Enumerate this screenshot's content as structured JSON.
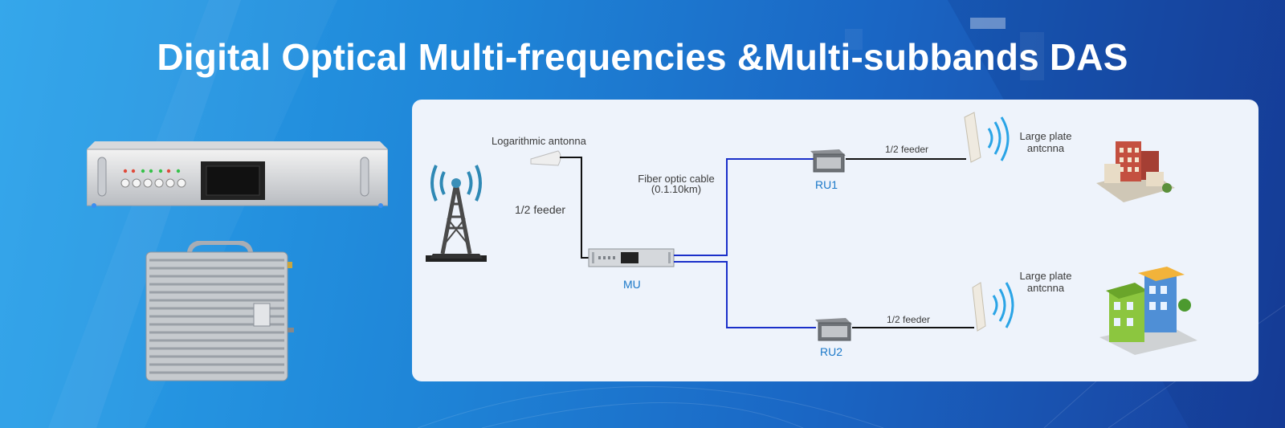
{
  "page": {
    "title": "Digital Optical Multi-frequencies &Multi-subbands DAS"
  },
  "diagram": {
    "log_antenna_label": "Logarithmic antonna",
    "feeder_main_label": "1/2 feeder",
    "fiber_label_line1": "Fiber optic cable",
    "fiber_label_line2": "(0.1.10km)",
    "mu_label": "MU",
    "ru1_label": "RU1",
    "ru2_label": "RU2",
    "ru1_feeder_label": "1/2 feeder",
    "ru2_feeder_label": "1/2 feeder",
    "plate_antenna_top_line1": "Large plate",
    "plate_antenna_top_line2": "antcnna",
    "plate_antenna_bottom_line1": "Large plate",
    "plate_antenna_bottom_line2": "antcnna"
  },
  "colors": {
    "background_start": "#2ba3ea",
    "background_end": "#183e9b",
    "fiber_line": "#1a2fc9",
    "feeder_line": "#111111",
    "label_blue": "#1b78c8"
  }
}
